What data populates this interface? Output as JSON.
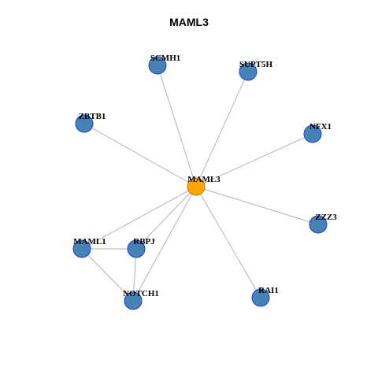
{
  "title": "MAML3",
  "colors": {
    "hub_fill": "#FFA500",
    "hub_stroke": "#C7741A",
    "node_fill": "#4682B4",
    "node_stroke": "#1E3FD0",
    "edge": "#B3B3B3"
  },
  "nodes": [
    {
      "id": "MAML3",
      "hub": true
    },
    {
      "id": "SCMH1"
    },
    {
      "id": "SUPT5H"
    },
    {
      "id": "ZBTB1"
    },
    {
      "id": "NFX1"
    },
    {
      "id": "ZZZ3"
    },
    {
      "id": "MAML1"
    },
    {
      "id": "RBPJ"
    },
    {
      "id": "NOTCH1"
    },
    {
      "id": "RAI1"
    }
  ],
  "edges": [
    [
      "MAML3",
      "SCMH1"
    ],
    [
      "MAML3",
      "SUPT5H"
    ],
    [
      "MAML3",
      "ZBTB1"
    ],
    [
      "MAML3",
      "NFX1"
    ],
    [
      "MAML3",
      "ZZZ3"
    ],
    [
      "MAML3",
      "MAML1"
    ],
    [
      "MAML3",
      "RBPJ"
    ],
    [
      "MAML3",
      "NOTCH1"
    ],
    [
      "MAML3",
      "RAI1"
    ],
    [
      "MAML1",
      "RBPJ"
    ],
    [
      "MAML1",
      "NOTCH1"
    ],
    [
      "RBPJ",
      "NOTCH1"
    ]
  ]
}
